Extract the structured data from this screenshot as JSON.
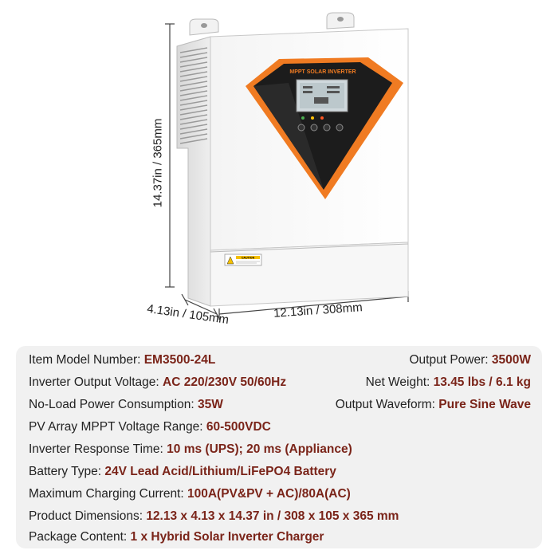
{
  "product": {
    "panel_title": "MPPT SOLAR INVERTER",
    "caution_label": "CAUTION",
    "dimensions": {
      "height": "14.37in / 365mm",
      "depth": "4.13in / 105mm",
      "width": "12.13in / 308mm"
    }
  },
  "specs": [
    {
      "label": "Item Model Number: ",
      "value": "EM3500-24L",
      "right_label": "Output Power: ",
      "right_value": "3500W"
    },
    {
      "label": "Inverter Output Voltage: ",
      "value": "AC 220/230V 50/60Hz",
      "right_label": "Net Weight: ",
      "right_value": "13.45 lbs / 6.1 kg"
    },
    {
      "label": "No-Load Power Consumption: ",
      "value": "35W",
      "right_label": "Output Waveform: ",
      "right_value": "Pure Sine Wave"
    },
    {
      "label": "PV Array MPPT Voltage Range: ",
      "value": "60-500VDC"
    },
    {
      "label": "Inverter Response Time: ",
      "value": "10 ms (UPS); 20 ms (Appliance)"
    },
    {
      "label": "Battery Type: ",
      "value": "24V Lead Acid/Lithium/LiFePO4 Battery"
    },
    {
      "label": "Maximum Charging Current: ",
      "value": "100A(PV&PV + AC)/80A(AC)"
    },
    {
      "label": "Product Dimensions: ",
      "value": "12.13 x 4.13 x 14.37 in / 308 x 105 x 365 mm"
    },
    {
      "label": "Package Content: ",
      "value": "1 x Hybrid Solar Inverter Charger"
    }
  ]
}
